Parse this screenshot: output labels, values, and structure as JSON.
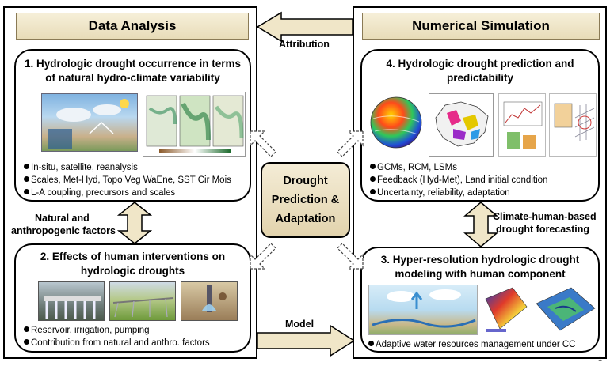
{
  "left_header": "Data Analysis",
  "right_header": "Numerical Simulation",
  "attribution_label": "Attribution",
  "model_label": "Model",
  "center_lines": [
    "Drought",
    "Prediction &",
    "Adaptation"
  ],
  "panel1": {
    "title_lines": [
      "1. Hydrologic drought occurrence in terms",
      "of natural hydro-climate variability"
    ],
    "bullets": [
      "In-situ, satellite, reanalysis",
      "Scales, Met-Hyd, Topo Veg WaEne, SST Cir Mois",
      "L-A coupling, precursors and scales"
    ]
  },
  "panel2": {
    "title_lines": [
      "2. Effects of human interventions on",
      "hydrologic droughts"
    ],
    "bullets": [
      "Reservoir, irrigation, pumping",
      "Contribution from natural and anthro. factors"
    ]
  },
  "panel3": {
    "title_lines": [
      "3. Hyper-resolution hydrologic drought",
      "modeling with human component"
    ],
    "bullets": [
      "Adaptive water resources management under CC"
    ]
  },
  "panel4": {
    "title_lines": [
      "4. Hydrologic drought prediction and",
      "predictability"
    ],
    "bullets": [
      "GCMs, RCM, LSMs",
      "Feedback (Hyd-Met), Land initial condition",
      "Uncertainty, reliability, adaptation"
    ]
  },
  "left_side_label": [
    "Natural and",
    "anthropogenic factors"
  ],
  "right_side_label": [
    "Climate-human-based",
    "drought forecasting"
  ],
  "page_number": "1",
  "colors": {
    "arrow_fill": "#f0e6c8",
    "header_fill": "#ede2c2",
    "border": "#000000"
  }
}
